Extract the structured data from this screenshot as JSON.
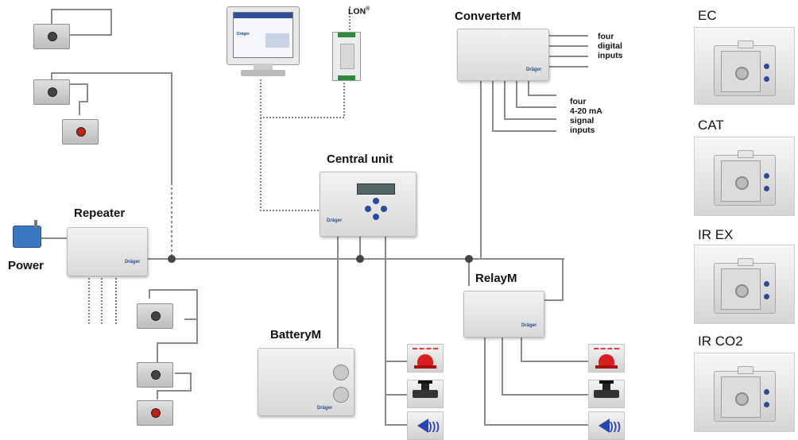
{
  "labels": {
    "central_unit": "Central unit",
    "converter": "ConverterM",
    "repeater": "Repeater",
    "power": "Power",
    "relay": "RelayM",
    "battery": "BatteryM",
    "lon": "LON",
    "lon_mark": "®",
    "digital_inputs": [
      "four",
      "digital",
      "inputs"
    ],
    "analog_inputs": [
      "four",
      "4-20 mA",
      "signal",
      "inputs"
    ],
    "brand": "Dräger"
  },
  "sensors": [
    {
      "label": "EC"
    },
    {
      "label": "CAT"
    },
    {
      "label": "IR EX"
    },
    {
      "label": "IR CO2"
    }
  ],
  "colors": {
    "wire": "#8a8a8a",
    "junction": "#444444",
    "device_blue": "#2d4a9a",
    "alarm_red": "#d81f1f"
  },
  "icons": {
    "alarm_lamp": "warning-lamp-icon",
    "valve": "valve-icon",
    "horn": "horn-icon"
  }
}
